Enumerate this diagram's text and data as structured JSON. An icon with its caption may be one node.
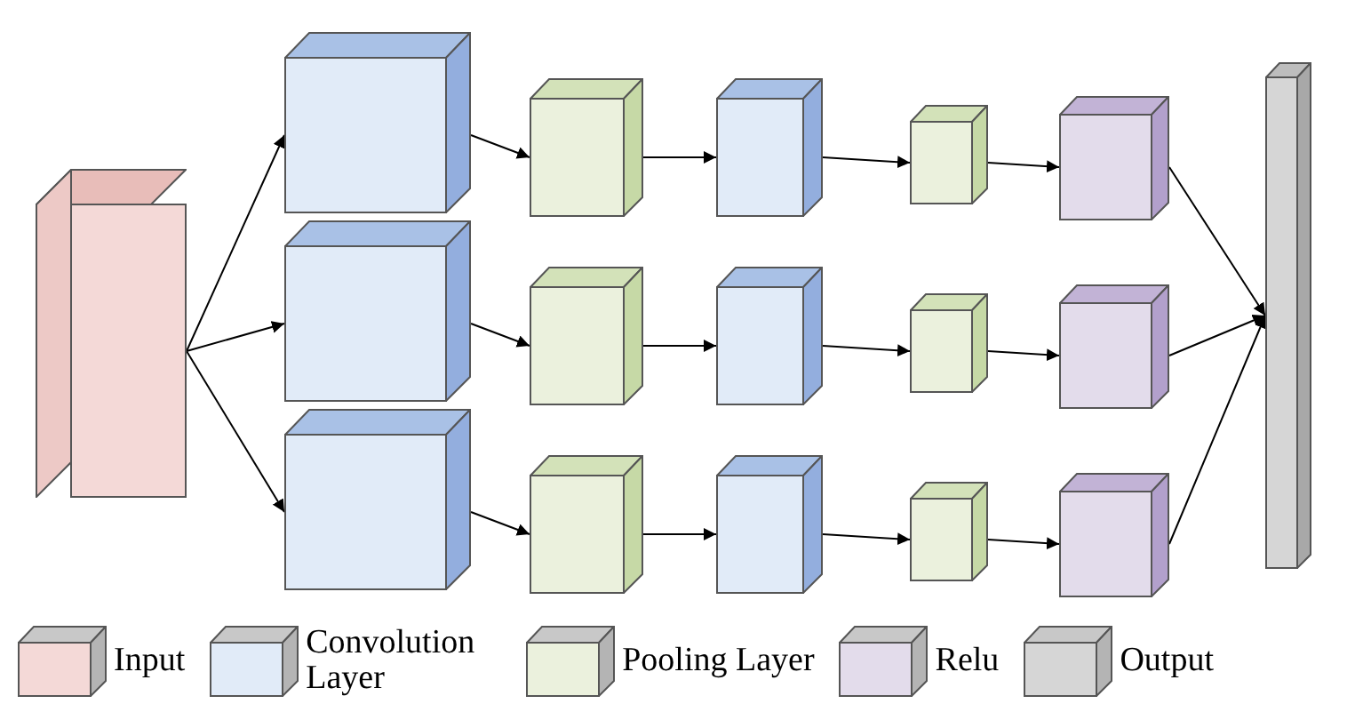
{
  "diagram": {
    "nodes": [
      {
        "text": [],
        "shape": "cube"
      },
      {
        "text": [],
        "shape": "cube"
      },
      {
        "text": [],
        "shape": "cube"
      },
      {
        "text": [],
        "shape": "cube"
      },
      {
        "text": [],
        "shape": "cube"
      },
      {
        "text": [],
        "shape": "cube"
      },
      {
        "text": [],
        "shape": "cube"
      },
      {
        "text": [],
        "shape": "cube"
      },
      {
        "text": [],
        "shape": "cube"
      },
      {
        "text": [],
        "shape": "cube"
      },
      {
        "text": [],
        "shape": "cube"
      },
      {
        "text": [],
        "shape": "cube"
      },
      {
        "text": [],
        "shape": "cube"
      },
      {
        "text": [],
        "shape": "cube"
      },
      {
        "text": [],
        "shape": "cube"
      },
      {
        "text": [],
        "shape": "cube"
      },
      {
        "text": [],
        "shape": "bar"
      }
    ],
    "edges": [
      {
        "from": 0,
        "to": 1,
        "arrow": "to"
      },
      {
        "from": 0,
        "to": 6,
        "arrow": "to"
      },
      {
        "from": 0,
        "to": 11,
        "arrow": "to"
      },
      {
        "from": 1,
        "to": 2,
        "arrow": "to"
      },
      {
        "from": 2,
        "to": 3,
        "arrow": "to"
      },
      {
        "from": 3,
        "to": 4,
        "arrow": "to"
      },
      {
        "from": 4,
        "to": 5,
        "arrow": "to"
      },
      {
        "from": 6,
        "to": 7,
        "arrow": "to"
      },
      {
        "from": 7,
        "to": 8,
        "arrow": "to"
      },
      {
        "from": 8,
        "to": 9,
        "arrow": "to"
      },
      {
        "from": 9,
        "to": 10,
        "arrow": "to"
      },
      {
        "from": 11,
        "to": 12,
        "arrow": "to"
      },
      {
        "from": 12,
        "to": 13,
        "arrow": "to"
      },
      {
        "from": 13,
        "to": 14,
        "arrow": "to"
      },
      {
        "from": 14,
        "to": 15,
        "arrow": "to"
      },
      {
        "from": 5,
        "to": 16,
        "arrow": "to"
      },
      {
        "from": 10,
        "to": 16,
        "arrow": "to"
      },
      {
        "from": 15,
        "to": 16,
        "arrow": "to"
      }
    ],
    "legend": [
      {
        "text": "Input",
        "color": "#f4d9d7"
      },
      {
        "text": "Convolution Layer",
        "color": "#e1ebf8"
      },
      {
        "text": "Pooling Layer",
        "color": "#ebf1dd"
      },
      {
        "text": "Relu",
        "color": "#e3dceb"
      },
      {
        "text": "Output",
        "color": "#d6d6d6"
      }
    ]
  }
}
